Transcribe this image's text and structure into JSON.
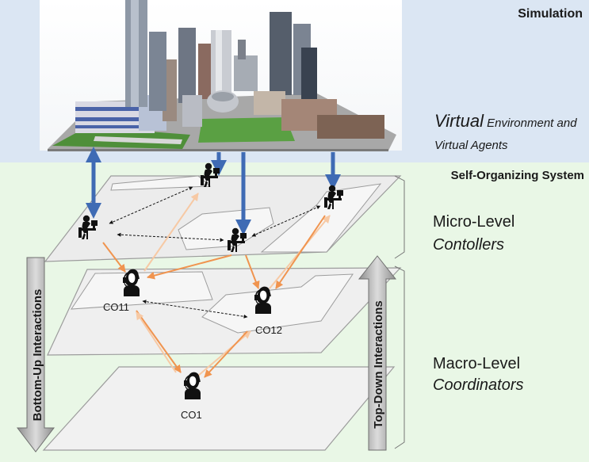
{
  "sections": {
    "simulation": "Simulation",
    "self_organizing": "Self-Organizing System"
  },
  "virtual": {
    "line1_a": "Virtual",
    "line1_b": " Environment and",
    "line2": "Virtual Agents"
  },
  "micro": {
    "title": "Micro-Level",
    "subtitle": "Contollers"
  },
  "macro": {
    "title": "Macro-Level",
    "subtitle": "Coordinators"
  },
  "arrows": {
    "bottom_up": "Bottom-Up Interactions",
    "top_down": "Top-Down Interactions"
  },
  "coordinators": {
    "co11": "CO11",
    "co12": "CO12",
    "co1": "CO1"
  },
  "icons": {
    "city": "city-skyline-icon",
    "controller": "seated-worker-icon",
    "coordinator": "headset-operator-icon"
  },
  "colors": {
    "sim_band": "#dbe6f3",
    "sos_band": "#e9f7e6",
    "blue_arrow": "#3f6bb4",
    "orange_strong": "#f0944f",
    "orange_light": "#f7c9a4",
    "grey_arrow": "#a9a9a9"
  }
}
